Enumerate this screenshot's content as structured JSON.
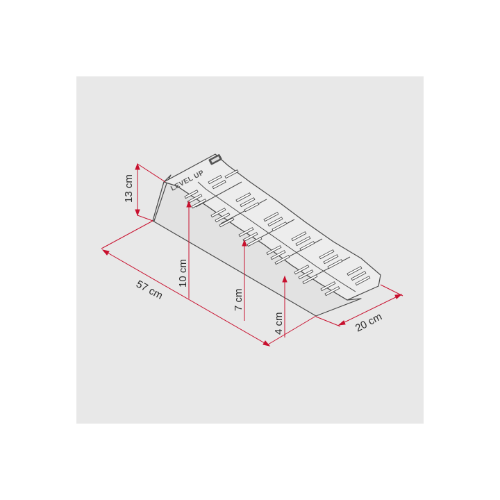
{
  "background_color": "#e8e8e8",
  "dimension_color": "#c8102e",
  "line_color": "#4a4a4a",
  "product": {
    "brand_text": "LEVEL UP",
    "logo_icon": "fiamma-logo-icon"
  },
  "dimensions": {
    "length": "57 cm",
    "width": "20 cm",
    "height_total": "13 cm",
    "step_high": "10 cm",
    "step_mid": "7 cm",
    "step_low": "4 cm"
  }
}
